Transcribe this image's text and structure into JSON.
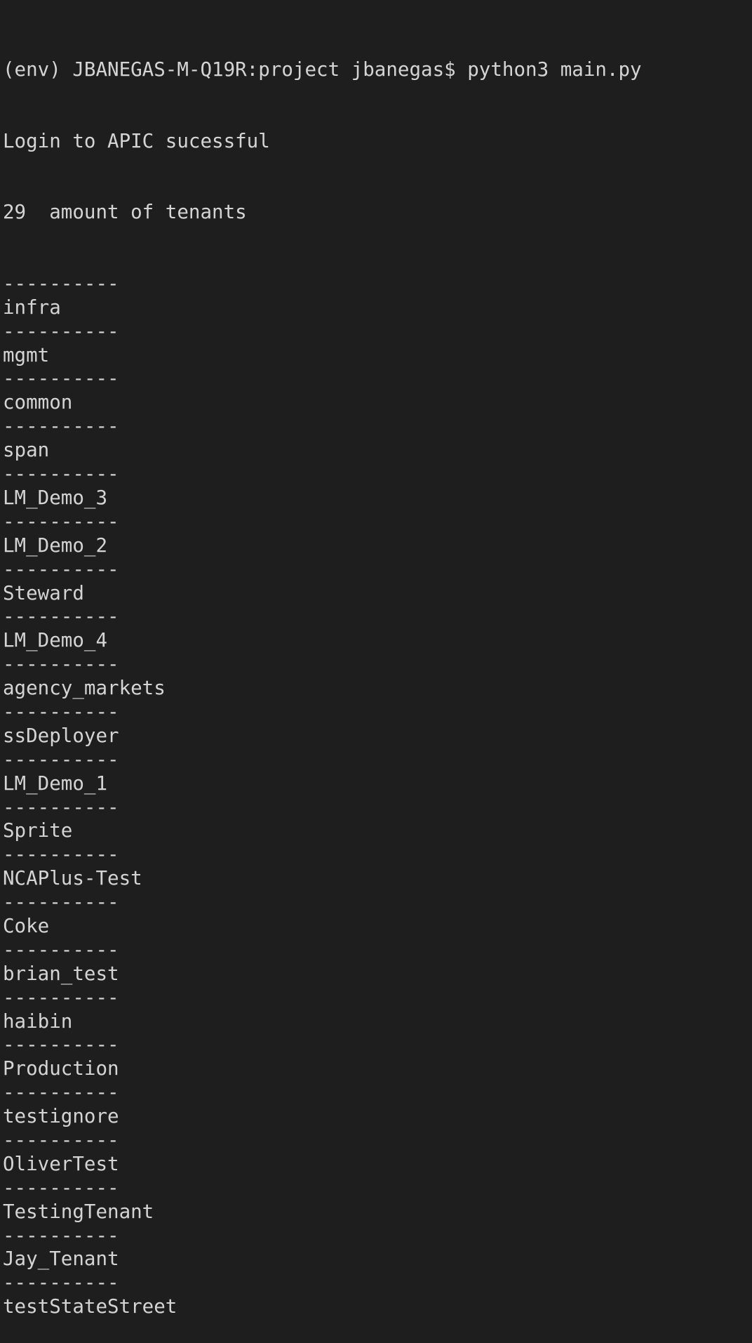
{
  "terminal": {
    "prompt": "(env) JBANEGAS-M-Q19R:project jbanegas$ python3 main.py",
    "login_message": "Login to APIC sucessful",
    "tenant_count_line": "29  amount of tenants",
    "separator": "----------",
    "tenants": [
      "infra",
      "mgmt",
      "common",
      "span",
      "LM_Demo_3",
      "LM_Demo_2",
      "Steward",
      "LM_Demo_4",
      "agency_markets",
      "ssDeployer",
      "LM_Demo_1",
      "Sprite",
      "NCAPlus-Test",
      "Coke",
      "brian_test",
      "haibin",
      "Production",
      "testignore",
      "OliverTest",
      "TestingTenant",
      "Jay_Tenant",
      "testStateStreet"
    ]
  }
}
